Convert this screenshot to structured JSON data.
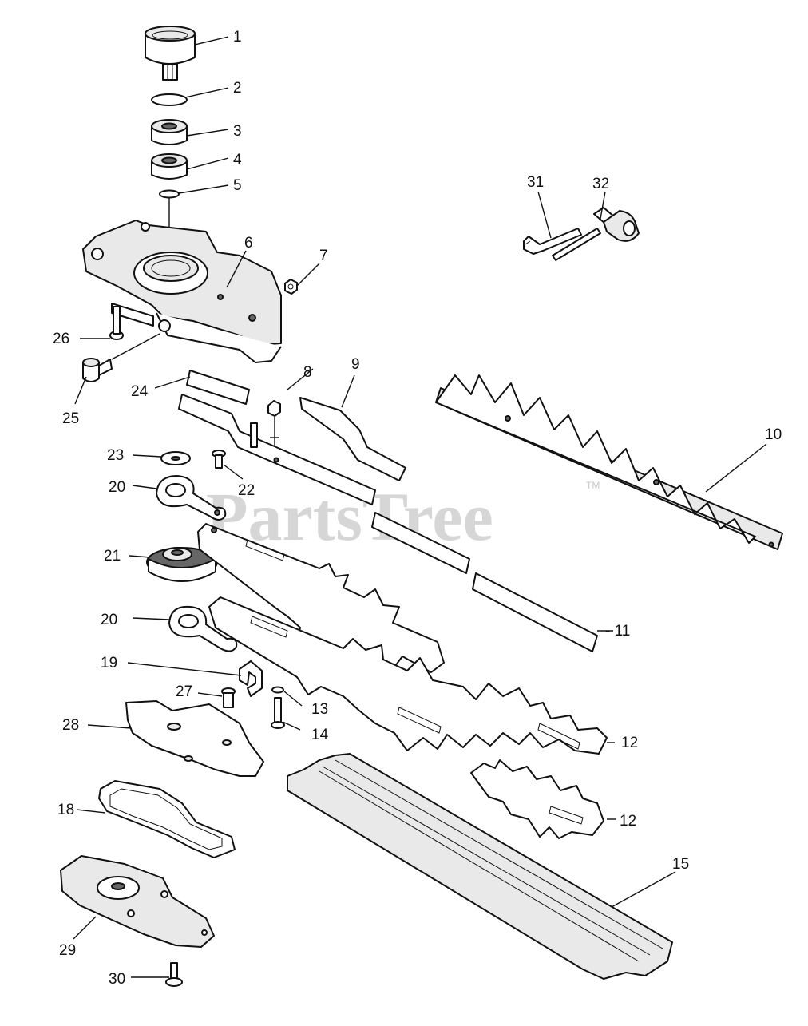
{
  "watermark": {
    "text": "PartsTree",
    "trademark": "TM"
  },
  "callouts": [
    "1",
    "2",
    "3",
    "4",
    "5",
    "6",
    "7",
    "8",
    "9",
    "10",
    "11",
    "12",
    "12",
    "13",
    "14",
    "15",
    "18",
    "19",
    "20",
    "20",
    "21",
    "22",
    "23",
    "24",
    "25",
    "26",
    "27",
    "28",
    "29",
    "30",
    "31",
    "32"
  ]
}
